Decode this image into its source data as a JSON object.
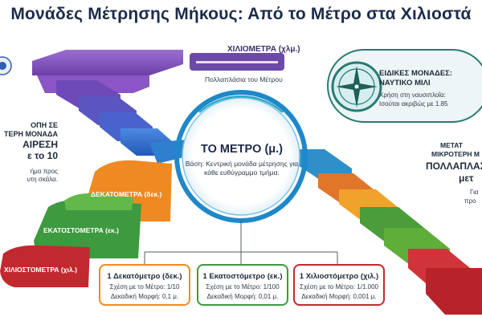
{
  "title": "Μονάδες Μέτρησης Μήκους: Από το Μέτρο στα Χιλιοστά",
  "kilometer": {
    "label": "ΧΙΛΙΟΜΕΤΡΑ (χλμ.)",
    "note": "Πολλαπλάσια του Μέτρου"
  },
  "meter": {
    "title": "ΤΟ ΜΕΤΡΟ (μ.)",
    "desc": "Βάση: Κεντρική μονάδα μέτρησης για κάθε ευθύγραμμο τμήμα."
  },
  "left_panel": {
    "h1": "ΟΠΗ ΣΕ",
    "h2": "ΤΕΡΗ ΜΟΝΑΔΑ",
    "h3": "ΑΙΡΕΣΗ",
    "h4": "ε το 10",
    "s1": "ήμα προς",
    "s2": "υτη σκάλα."
  },
  "steps": {
    "dek": "ΔΕΚΑΤΟΜΕΤΡΑ (δεκ.)",
    "ek": "ΕΚΑΤΟΣΤΟΜΕΤΡΑ (εκ.)",
    "xil": "ΧΙΛΙΟΣΤΟΜΕΤΡΑ (χιλ.)"
  },
  "nautical": {
    "h1": "ΕΙΔΙΚΕΣ ΜΟΝΑΔΕΣ:",
    "h2": "ΝΑΥΤΙΚΟ ΜΙΛΙ",
    "s1": "Χρήση στη ναυσιπλοΐα:",
    "s2": "Ισούται ακριβώς με 1.85"
  },
  "right_panel": {
    "h1": "ΜΕΤΑΤ",
    "h2": "ΜΙΚΡΟΤΕΡΗ Μ",
    "h3": "ΠΟΛΛΑΠΛΑΣΙ",
    "h4": "μετ",
    "s1": "Για",
    "s2": "προ"
  },
  "cards": [
    {
      "title": "1 Δεκατόμετρο (δεκ.)",
      "line1": "Σχέση με το Μέτρο: 1/10",
      "line2": "Δεκαδική Μορφή: 0,1 μ."
    },
    {
      "title": "1 Εκατοστόμετρο (εκ.)",
      "line1": "Σχέση με το Μέτρο: 1/100",
      "line2": "Δεκαδική Μορφή: 0,01 μ."
    },
    {
      "title": "1 Χιλιοστόμετρο (χιλ.)",
      "line1": "Σχέση με το Μέτρο: 1/1.000",
      "line2": "Δεκαδική Μορφή: 0,001 μ."
    }
  ],
  "colors": {
    "purple": "#7a4fb3",
    "blue": "#2f6fce",
    "teal": "#2fa8c9",
    "orange": "#ef8a22",
    "green": "#3d9a3f",
    "red": "#c2292f",
    "card1_border": "#ef8a22",
    "card2_border": "#3d9a3f",
    "card3_border": "#c2292f"
  },
  "icons": {
    "compass": "compass-rose-icon",
    "badge": "unit-badge-icon"
  }
}
